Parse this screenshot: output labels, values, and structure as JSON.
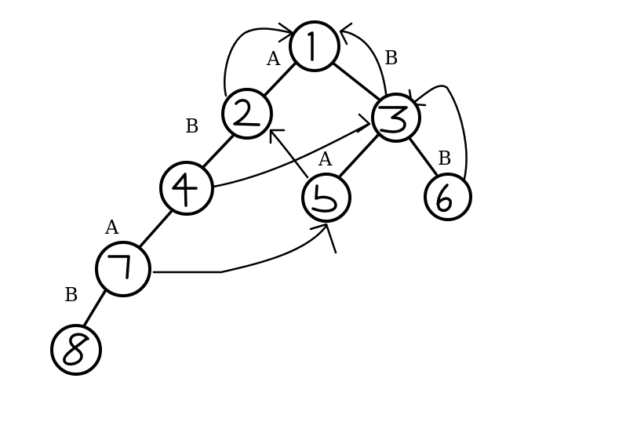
{
  "diagram": {
    "nodes": [
      {
        "id": "1",
        "label": "1"
      },
      {
        "id": "2",
        "label": "2"
      },
      {
        "id": "3",
        "label": "3"
      },
      {
        "id": "4",
        "label": "4"
      },
      {
        "id": "5",
        "label": "5"
      },
      {
        "id": "6",
        "label": "6"
      },
      {
        "id": "7",
        "label": "7"
      },
      {
        "id": "8",
        "label": "8"
      }
    ],
    "tree_edges": [
      {
        "from": "1",
        "to": "2",
        "label": "A"
      },
      {
        "from": "1",
        "to": "3",
        "label": "B"
      },
      {
        "from": "2",
        "to": "4",
        "label": "B"
      },
      {
        "from": "3",
        "to": "5",
        "label": "A"
      },
      {
        "from": "3",
        "to": "6",
        "label": "B"
      },
      {
        "from": "4",
        "to": "7",
        "label": "A"
      },
      {
        "from": "7",
        "to": "8",
        "label": "B"
      }
    ],
    "link_arrows": [
      {
        "from": "2",
        "to": "1"
      },
      {
        "from": "3",
        "to": "1"
      },
      {
        "from": "4",
        "to": "3"
      },
      {
        "from": "5",
        "to": "2"
      },
      {
        "from": "6",
        "to": "3"
      },
      {
        "from": "7",
        "to": "5"
      }
    ]
  }
}
